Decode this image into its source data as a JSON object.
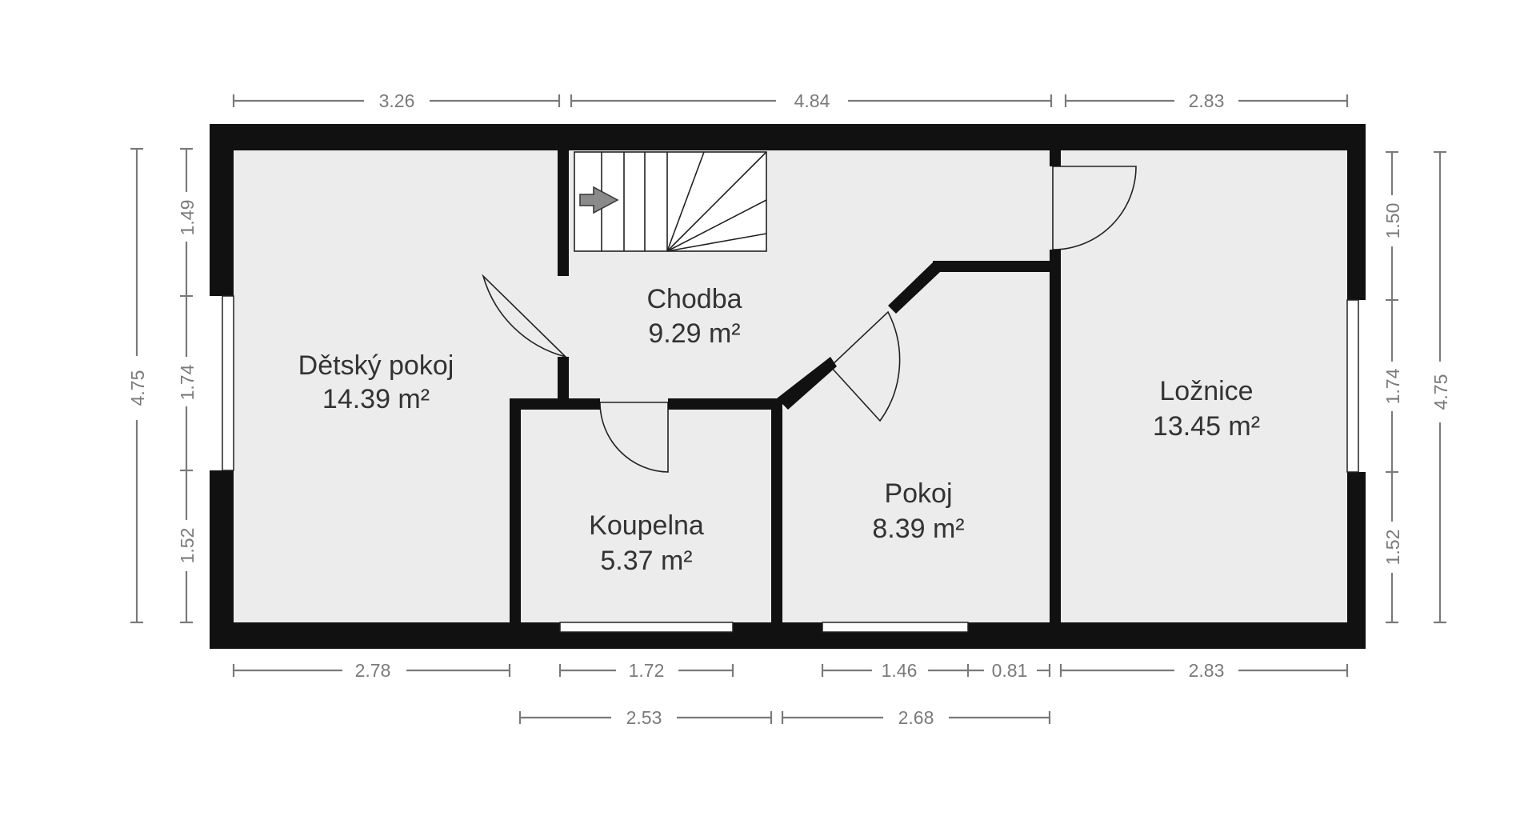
{
  "rooms": {
    "detsky": {
      "name": "Dětský pokoj",
      "area": "14.39 m²"
    },
    "chodba": {
      "name": "Chodba",
      "area": "9.29 m²"
    },
    "koupelna": {
      "name": "Koupelna",
      "area": "5.37 m²"
    },
    "pokoj": {
      "name": "Pokoj",
      "area": "8.39 m²"
    },
    "loznice": {
      "name": "Ložnice",
      "area": "13.45 m²"
    }
  },
  "dimensions": {
    "top_left": "3.26",
    "top_mid": "4.84",
    "top_right": "2.83",
    "left_outer": "4.75",
    "left_1": "1.49",
    "left_2": "1.74",
    "left_3": "1.52",
    "right_1": "1.50",
    "right_2": "1.74",
    "right_3": "1.52",
    "right_outer": "4.75",
    "bottom_1": "2.78",
    "bottom_2": "1.72",
    "bottom_3": "1.46",
    "bottom_4": "0.81",
    "bottom_5": "2.83",
    "bottom_row2_1": "2.53",
    "bottom_row2_2": "2.68"
  },
  "colors": {
    "wall": "#111111",
    "floor": "#ececec",
    "dimension": "#7a7a7a",
    "label": "#333333"
  }
}
